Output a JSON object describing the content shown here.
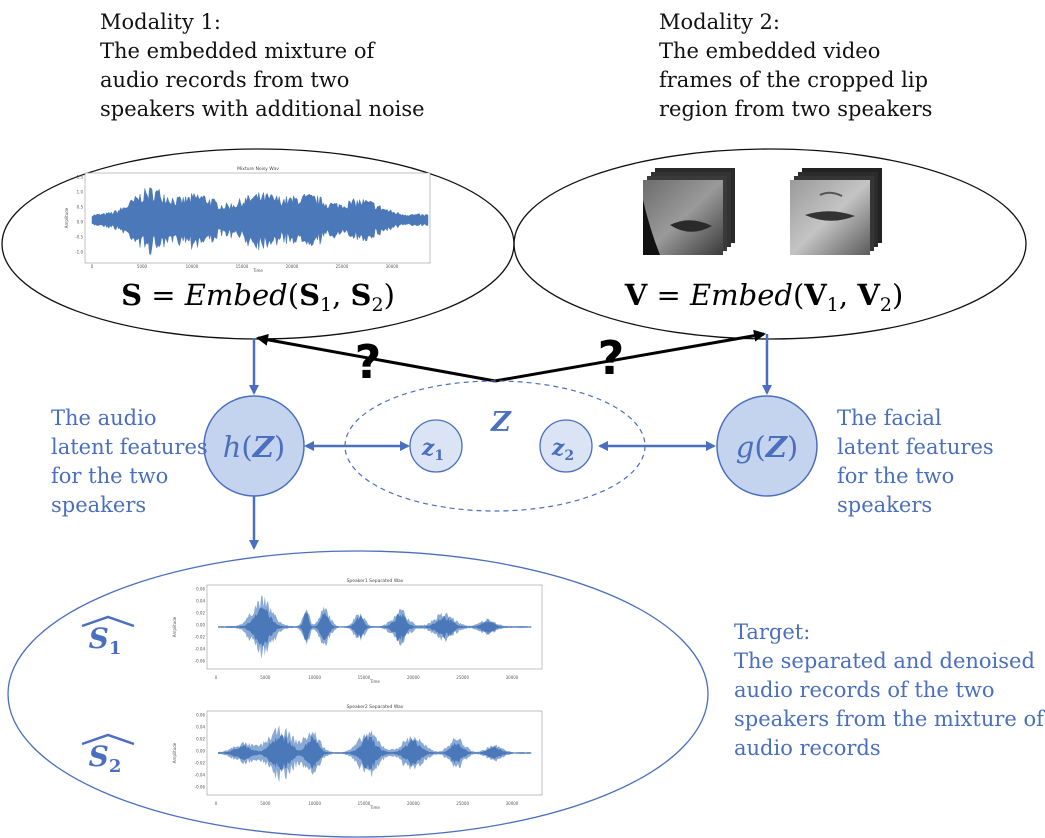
{
  "modality1": {
    "heading": "Modality 1:",
    "lines": [
      "The embedded mixture of",
      "audio records from two",
      "speakers with additional noise"
    ],
    "equation": {
      "lhs": "S",
      "eq": "=",
      "fn": "Embed",
      "args": [
        "S",
        "1",
        "S",
        "2"
      ]
    },
    "plot_title": "Mixture Noisy Wav",
    "plot_xlabel": "Time",
    "plot_ylabel": "Amplitude",
    "plot_yticks": [
      "1.5",
      "1.0",
      "0.5",
      "0.0",
      "-0.5",
      "-1.0"
    ],
    "plot_xticks": [
      "0",
      "5000",
      "10000",
      "15000",
      "20000",
      "25000",
      "30000"
    ]
  },
  "modality2": {
    "heading": "Modality 2:",
    "lines": [
      "The embedded video",
      "frames of the cropped lip",
      "region from two speakers"
    ],
    "equation": {
      "lhs": "V",
      "eq": "=",
      "fn": "Embed",
      "args": [
        "V",
        "1",
        "V",
        "2"
      ]
    }
  },
  "question_marks": [
    "?",
    "?"
  ],
  "latent": {
    "z_label": "Z",
    "z1": {
      "base": "z",
      "sub": "1"
    },
    "z2": {
      "base": "z",
      "sub": "2"
    },
    "h": {
      "fn": "h",
      "arg": "Z"
    },
    "g": {
      "fn": "g",
      "arg": "Z"
    }
  },
  "audio_features": [
    "The audio",
    "latent features",
    "for the two",
    "speakers"
  ],
  "facial_features": [
    "The facial",
    "latent features",
    "for the two",
    "speakers"
  ],
  "target": {
    "lines": [
      "Target:",
      "The separated and denoised",
      "audio records of the two",
      "speakers from the mixture of",
      "audio records"
    ],
    "s1": {
      "base": "S",
      "sub": "1"
    },
    "s2": {
      "base": "S",
      "sub": "2"
    },
    "plot1_title": "Speaker1 Separated Wav",
    "plot2_title": "Speaker2 Separated Wav",
    "plot_xlabel": "Time",
    "plot_ylabel": "Amplitude",
    "plot_yticks": [
      "0.06",
      "0.04",
      "0.02",
      "0.00",
      "-0.02",
      "-0.04",
      "-0.06"
    ],
    "plot_xticks": [
      "0",
      "5000",
      "10000",
      "15000",
      "20000",
      "25000",
      "30000"
    ]
  },
  "colors": {
    "blue": "#4a6fbf",
    "node_fill": "#c5d4ee",
    "wave": "#4a78b8",
    "wave_light": "#8aaad6"
  }
}
